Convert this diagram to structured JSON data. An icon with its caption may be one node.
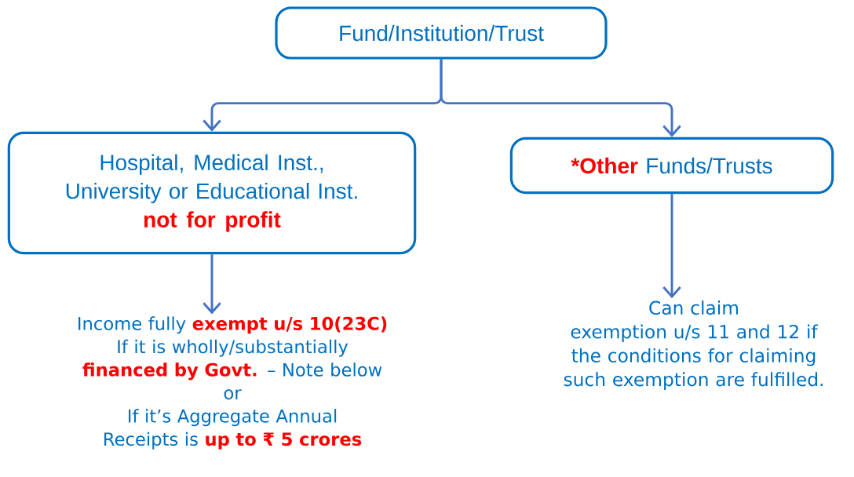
{
  "diagram": {
    "nodes": [
      {
        "text": [
          "Fund/Institution/Trust"
        ]
      },
      {
        "text": [
          "Hospital, Medical Inst., University or Educational Inst.",
          "not for profit"
        ]
      },
      {
        "text": [
          "*Other",
          "Funds/Trusts"
        ]
      },
      {
        "text": [
          "Income fully **exempt u/s 10(23C)**",
          "If it is wholly/substantially **financed by Govt.** – Note below",
          "or",
          "If it’s Aggregate Annual Receipts is **up to ₹ 5 crores**"
        ]
      },
      {
        "text": [
          "Can claim",
          "exemption u/s 11 and 12 if the conditions for claiming such exemption are fulfilled."
        ]
      }
    ],
    "edges": [
      {
        "from": 0,
        "to": 1,
        "arrow": "to"
      },
      {
        "from": 0,
        "to": 2,
        "arrow": "to"
      },
      {
        "from": 1,
        "to": 3,
        "arrow": "to"
      },
      {
        "from": 2,
        "to": 4,
        "arrow": "to"
      }
    ]
  }
}
